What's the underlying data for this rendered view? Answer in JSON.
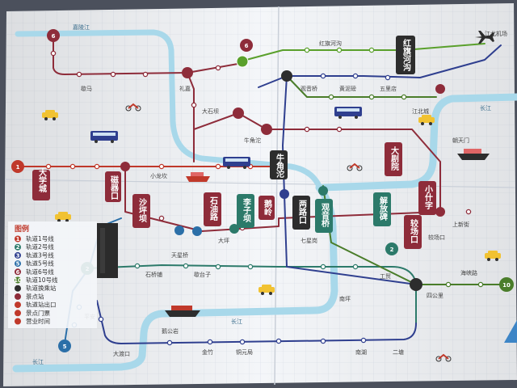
{
  "colors": {
    "line1": "#c0392b",
    "line2": "#2c7a6a",
    "line3": "#2f3f8f",
    "line5": "#2b6fa8",
    "line6": "#5aa02c",
    "line10": "#4a7d2a",
    "loop": "#8e2c3a",
    "river": "#a8d8ea",
    "paper": "#f4f6f9",
    "grid": "#d7dde6"
  },
  "rivers": [
    {
      "name": "嘉陵江"
    },
    {
      "name": "长江"
    },
    {
      "name": "长江"
    },
    {
      "name": "长江"
    }
  ],
  "line_badges": [
    {
      "text": "6",
      "color": "#8e2c3a"
    },
    {
      "text": "6",
      "color": "#8e2c3a"
    },
    {
      "text": "1",
      "color": "#c0392b"
    },
    {
      "text": "2",
      "color": "#2c7a6a"
    },
    {
      "text": "2",
      "color": "#2c7a6a"
    },
    {
      "text": "5",
      "color": "#2b6fa8"
    },
    {
      "text": "10",
      "color": "#4a7d2a"
    }
  ],
  "signs": [
    {
      "text": "大学城",
      "color": "#8e2c3a"
    },
    {
      "text": "沙坪坝",
      "color": "#8e2c3a"
    },
    {
      "text": "石油路",
      "color": "#8e2c3a"
    },
    {
      "text": "李子坝",
      "color": "#2c7a6a"
    },
    {
      "text": "两路口",
      "color": "#2d2d2d"
    },
    {
      "text": "观音桥",
      "color": "#2d2d2d"
    },
    {
      "text": "大剧院",
      "color": "#8e2c3a"
    },
    {
      "text": "小什字",
      "color": "#8e2c3a"
    },
    {
      "text": "较场口",
      "color": "#8e2c3a"
    },
    {
      "text": "鹅岭",
      "color": "#8e2c3a"
    },
    {
      "text": "牛角沱",
      "color": "#2d2d2d"
    },
    {
      "text": "红旗河沟",
      "color": "#2d2d2d"
    },
    {
      "text": "解放碑",
      "color": "#2c7a6a"
    },
    {
      "text": "磁器口",
      "color": "#8e2c3a"
    }
  ],
  "stations": [
    "江北机场",
    "礼嘉",
    "大石坝",
    "红旗河沟",
    "观音桥",
    "牛角沱",
    "大坪",
    "七星岗",
    "较场口",
    "朝天门",
    "南坪",
    "工贸",
    "石桥铺",
    "天星桥",
    "歇台子",
    "小龙坎",
    "平安",
    "大渡口",
    "金竹",
    "铜元局",
    "四公里",
    "南湖",
    "二塘",
    "鹅公岩",
    "黄泥磅",
    "五里店",
    "江北城",
    "上新街",
    "海峡路",
    "歇马"
  ],
  "legend": {
    "title": "图例",
    "items": [
      {
        "label": "轨道1号线",
        "color": "#c0392b",
        "mark": "1"
      },
      {
        "label": "轨道2号线",
        "color": "#2c7a6a",
        "mark": "2"
      },
      {
        "label": "轨道3号线",
        "color": "#2f3f8f",
        "mark": "3"
      },
      {
        "label": "轨道5号线",
        "color": "#2b6fa8",
        "mark": "5"
      },
      {
        "label": "轨道6号线",
        "color": "#8e2c3a",
        "mark": "6"
      },
      {
        "label": "轨道10号线",
        "color": "#4a7d2a",
        "mark": "10"
      },
      {
        "label": "轨道换乘站",
        "color": "#2d2d2d",
        "mark": ""
      },
      {
        "label": "景点站",
        "color": "#8e2c3a",
        "mark": ""
      },
      {
        "label": "轨道站出口",
        "color": "#c0392b",
        "mark": ""
      },
      {
        "label": "景点门票",
        "color": "#c0392b",
        "mark": ""
      },
      {
        "label": "营业时间",
        "color": "#c0392b",
        "mark": ""
      }
    ]
  }
}
